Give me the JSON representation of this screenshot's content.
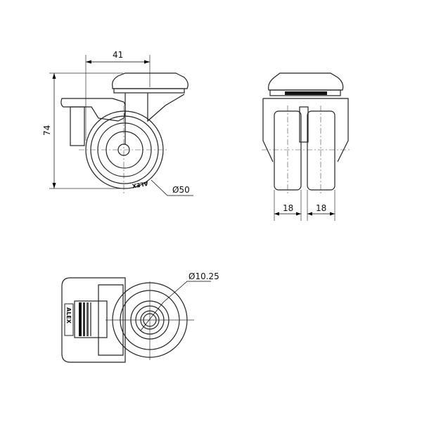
{
  "drawing": {
    "side_view": {
      "width_dim": "41",
      "height_dim": "74",
      "wheel_dia_dim": "Ø50",
      "logo": "ALEX"
    },
    "front_view": {
      "left_wheel_dim": "18",
      "right_wheel_dim": "18"
    },
    "top_view": {
      "bolt_hole_dim": "Ø10.25",
      "logo": "ALEX"
    }
  }
}
